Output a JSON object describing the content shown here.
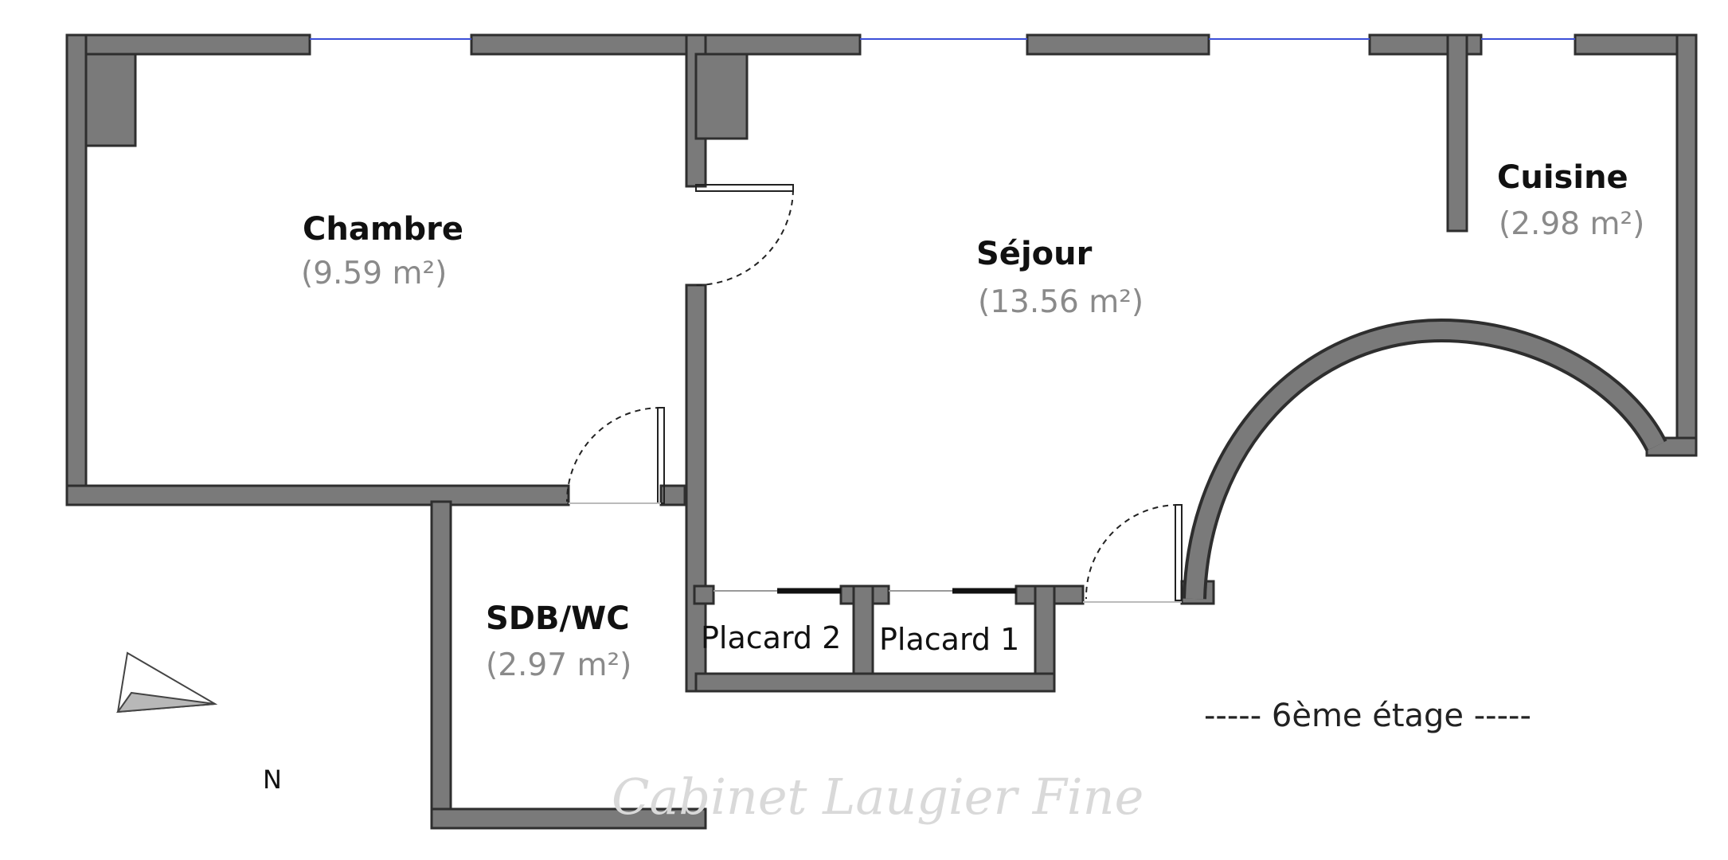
{
  "rooms": {
    "chambre": {
      "name": "Chambre",
      "area": "(9.59 m²)"
    },
    "sejour": {
      "name": "Séjour",
      "area": "(13.56 m²)"
    },
    "cuisine": {
      "name": "Cuisine",
      "area": "(2.98 m²)"
    },
    "sdb": {
      "name": "SDB/WC",
      "area": "(2.97 m²)"
    }
  },
  "closets": {
    "placard2": "Placard 2",
    "placard1": "Placard 1"
  },
  "floor_label": "----- 6ème étage -----",
  "north_label": "N",
  "watermark": "Cabinet Laugier Fine",
  "colors": {
    "wall": "#7a7a7a",
    "wall_edge": "#2e2e2e",
    "window": "#3b4fd8",
    "door_line": "#222222",
    "room_area_text": "#8a8a8a",
    "watermark": "#d9d9d9"
  }
}
